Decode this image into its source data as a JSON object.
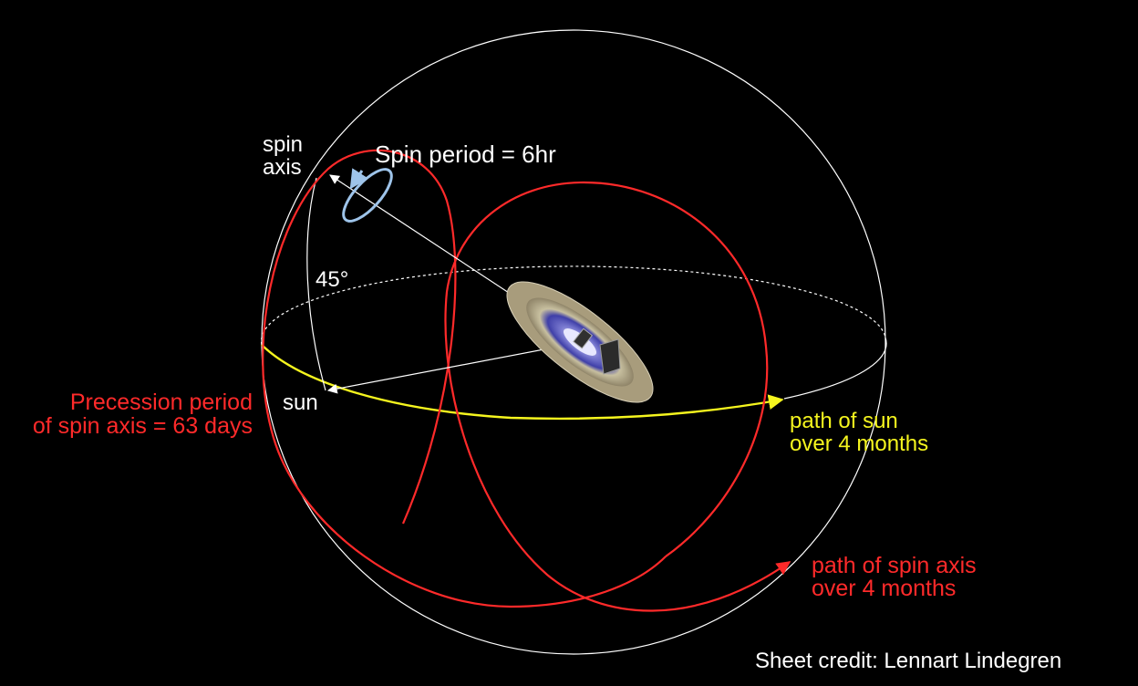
{
  "labels": {
    "spin_axis": [
      "spin",
      "axis"
    ],
    "spin_period": "Spin period = 6hr",
    "angle": "45°",
    "sun": "sun",
    "precession": [
      "Precession period",
      "of spin axis = 63 days"
    ],
    "path_of_sun": [
      "path of sun",
      "over 4 months"
    ],
    "path_of_spin_axis": [
      "path of spin axis",
      "over 4 months"
    ],
    "credit": "Sheet credit: Lennart Lindegren"
  },
  "colors": {
    "background": "#000000",
    "sphere": "#ffffff",
    "spin_axis_path": "#ff2a2a",
    "sun_path": "#f5f51e",
    "spin_indicator": "#9ec4ea",
    "axis_arrows": "#ffffff"
  },
  "icons": {
    "spacecraft": "gaia-spacecraft-icon",
    "spin": "rotation-arrow-icon"
  }
}
